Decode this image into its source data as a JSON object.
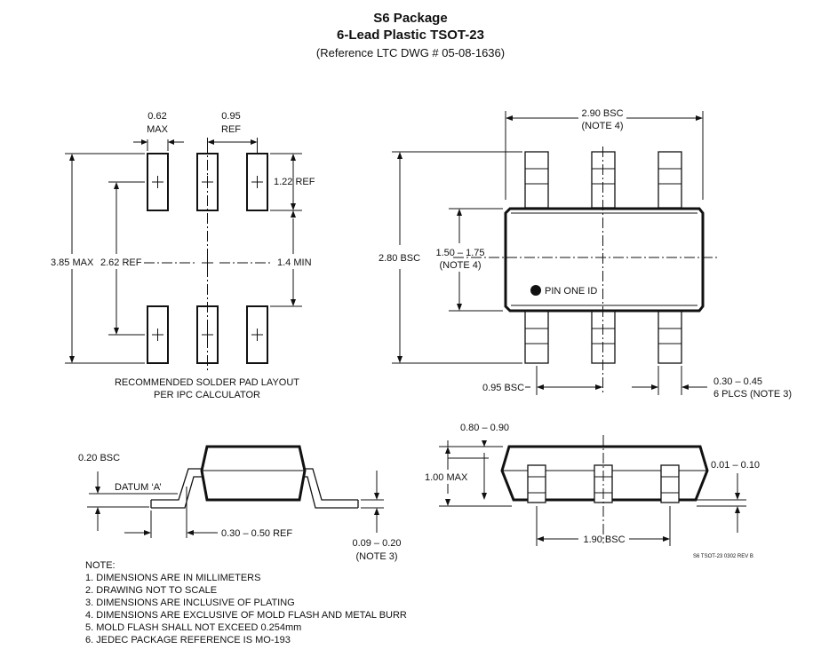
{
  "header": {
    "title": "S6 Package",
    "subtitle": "6-Lead Plastic TSOT-23",
    "reference": "(Reference LTC DWG # 05-08-1636)"
  },
  "pad_layout": {
    "pad_width_value": "0.62",
    "pad_width_qual": "MAX",
    "pitch_value": "0.95",
    "pitch_qual": "REF",
    "pad_length": "1.22 REF",
    "overall": "3.85 MAX",
    "inner_span": "2.62 REF",
    "gap": "1.4 MIN",
    "caption_line1": "RECOMMENDED SOLDER PAD LAYOUT",
    "caption_line2": "PER IPC CALCULATOR"
  },
  "top_view": {
    "length_value": "2.90 BSC",
    "length_note": "(NOTE 4)",
    "total_width": "2.80 BSC",
    "body_width_value": "1.50 – 1.75",
    "body_width_note": "(NOTE 4)",
    "pin_one": "PIN ONE ID",
    "pitch": "0.95 BSC",
    "lead_width_value": "0.30 – 0.45",
    "lead_width_note": "6 PLCS (NOTE 3)"
  },
  "side_view": {
    "datum_offset": "0.20 BSC",
    "datum": "DATUM ‘A’",
    "foot_length": "0.30 – 0.50 REF",
    "lead_thickness_value": "0.09 – 0.20",
    "lead_thickness_note": "(NOTE 3)"
  },
  "end_view": {
    "body_height": "0.80 – 0.90",
    "max_height": "1.00 MAX",
    "standoff": "0.01 – 0.10",
    "lead_span": "1.90 BSC",
    "drawing_id": "S6 TSOT-23 0302 REV B"
  },
  "notes": {
    "heading": "NOTE:",
    "items": [
      "1. DIMENSIONS ARE IN MILLIMETERS",
      "2. DRAWING NOT TO SCALE",
      "3. DIMENSIONS ARE INCLUSIVE OF PLATING",
      "4. DIMENSIONS ARE EXCLUSIVE OF MOLD FLASH AND METAL BURR",
      "5. MOLD FLASH SHALL NOT EXCEED 0.254mm",
      "6. JEDEC PACKAGE REFERENCE IS MO-193"
    ]
  }
}
